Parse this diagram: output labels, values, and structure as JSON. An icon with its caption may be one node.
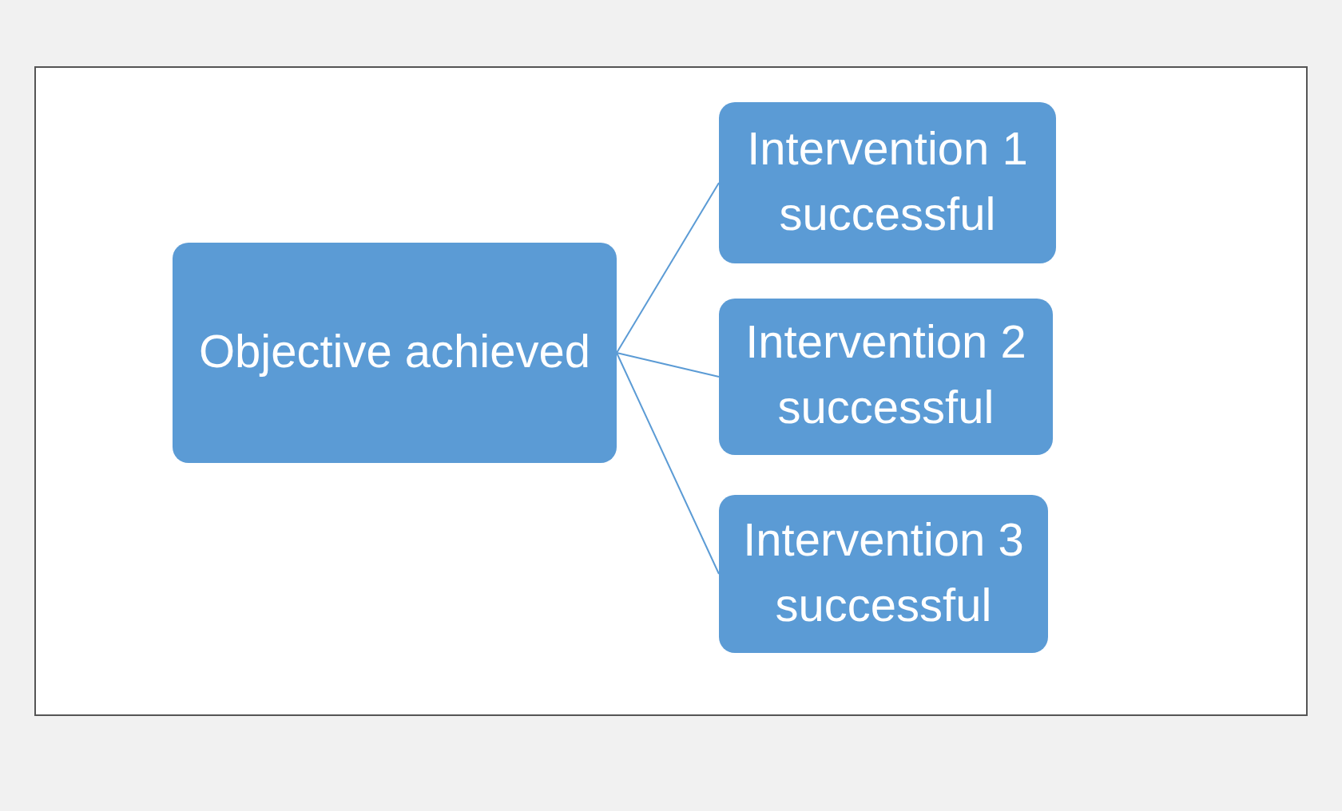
{
  "diagram": {
    "nodes": [
      {
        "text": [
          "Objective achieved"
        ]
      },
      {
        "text": [
          "Intervention 1 successful"
        ]
      },
      {
        "text": [
          "Intervention 2 successful"
        ]
      },
      {
        "text": [
          "Intervention 3 successful"
        ]
      }
    ],
    "edges": [
      {
        "from": 0,
        "to": 1,
        "arrow": "none"
      },
      {
        "from": 0,
        "to": 2,
        "arrow": "none"
      },
      {
        "from": 0,
        "to": 3,
        "arrow": "none"
      }
    ]
  }
}
